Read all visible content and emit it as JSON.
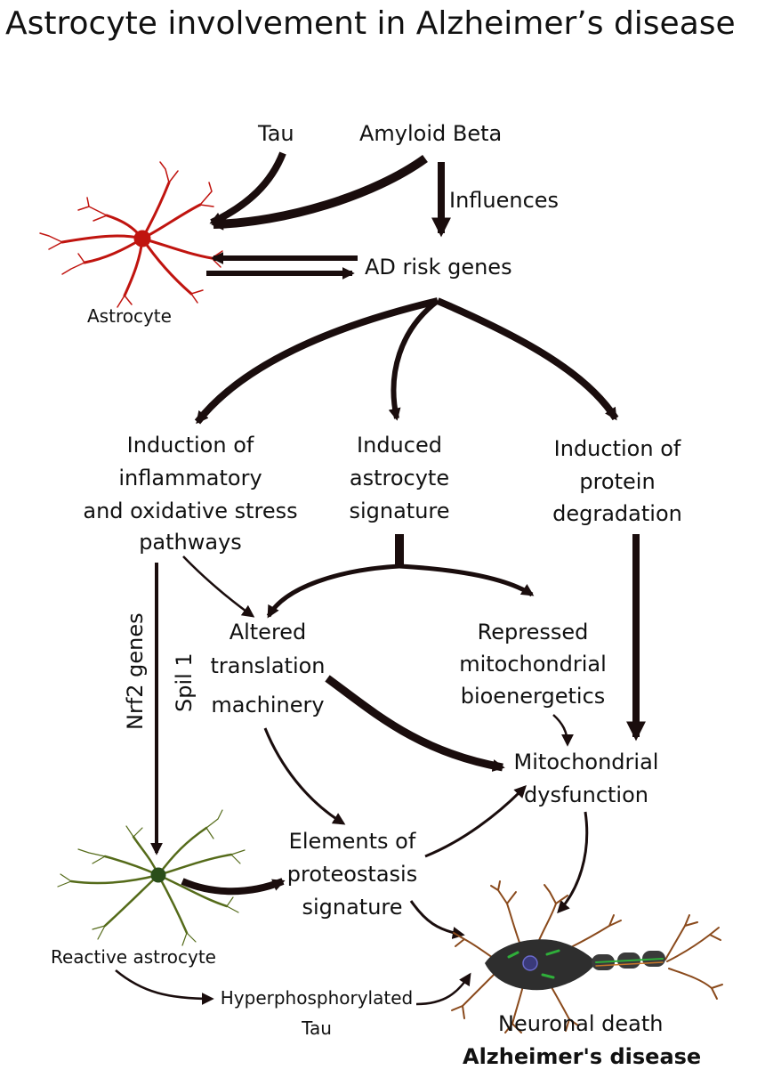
{
  "title": "Astrocyte involvement in Alzheimer’s disease",
  "nodes": {
    "tau": "Tau",
    "amyloid_beta": "Amyloid Beta",
    "influences": "Influences",
    "ad_risk_genes": "AD risk genes",
    "astrocyte": "Astrocyte",
    "inflammatory": [
      "Induction of",
      "inflammatory",
      "and oxidative stress",
      "pathways"
    ],
    "induced_signature": [
      "Induced",
      "astrocyte",
      "signature"
    ],
    "protein_degradation": [
      "Induction of",
      "protein",
      "degradation"
    ],
    "altered_translation": [
      "Altered",
      "translation",
      "machinery"
    ],
    "repressed_mito": [
      "Repressed",
      "mitochondrial",
      "bioenergetics"
    ],
    "mito_dysfunction": [
      "Mitochondrial",
      "dysfunction"
    ],
    "proteostasis": [
      "Elements of",
      "proteostasis",
      "signature"
    ],
    "nrf2_genes": "Nrf2 genes",
    "spil1": "Spil 1",
    "reactive_astrocyte": "Reactive astrocyte",
    "hyperphos_tau": [
      "Hyperphosphorylated",
      "Tau"
    ],
    "neuronal_death": "Neuronal death",
    "alzheimers": "Alzheimer's disease"
  },
  "colors": {
    "arrow": "#1a0d0d",
    "astrocyte": "#c0140f",
    "reactive_astrocyte": "#556b1a",
    "neuron_dendrite": "#8a4a1c",
    "neuron_body": "#2e2e2e",
    "neuron_accent": "#2fae3a"
  },
  "icons": [
    "astrocyte-cell-icon",
    "reactive-astrocyte-cell-icon",
    "neuron-icon"
  ]
}
